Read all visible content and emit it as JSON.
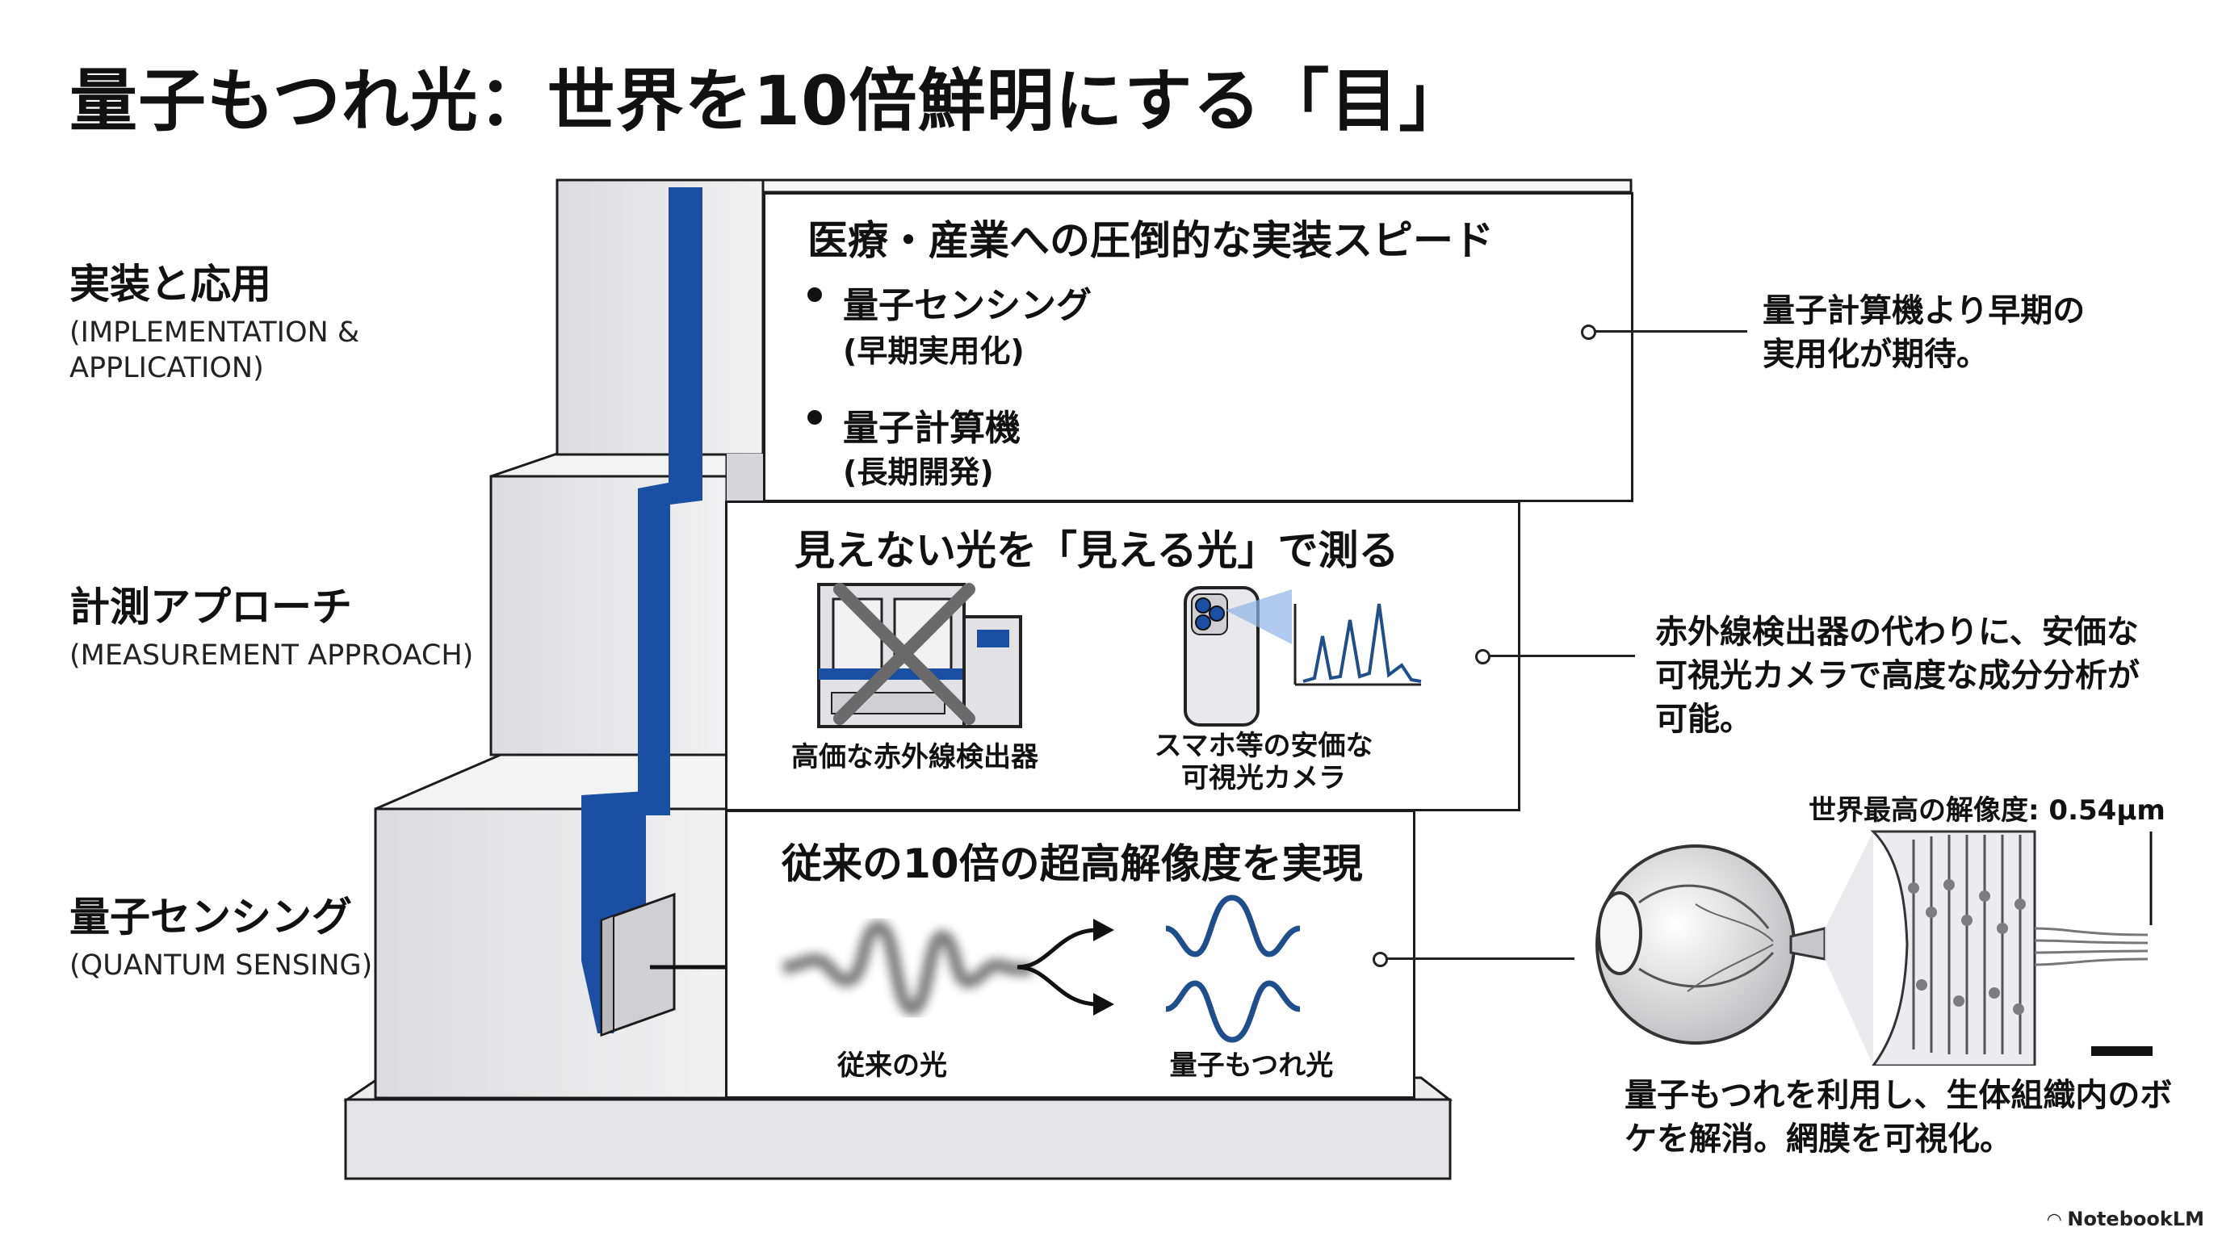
{
  "title": "量子もつれ光：世界を10倍鮮明にする「目」",
  "layers": [
    {
      "jp": "実装と応用",
      "en": "(IMPLEMENTATION & APPLICATION)"
    },
    {
      "jp": "計測アプローチ",
      "en": "(MEASUREMENT APPROACH)"
    },
    {
      "jp": "量子センシング",
      "en": "(QUANTUM SENSING)"
    }
  ],
  "top_card": {
    "heading": "医療・産業への圧倒的な実装スピード",
    "bullets": [
      {
        "label": "量子センシング",
        "sub": "(早期実用化)"
      },
      {
        "label": "量子計算機",
        "sub": "(長期開発)"
      }
    ],
    "note": "量子計算機より早期の実用化が期待。"
  },
  "mid_card": {
    "heading": "見えない光を「見える光」で測る",
    "left_caption": "高価な赤外線検出器",
    "right_caption": "スマホ等の安価な可視光カメラ",
    "note": "赤外線検出器の代わりに、安価な可視光カメラで高度な成分分析が可能。"
  },
  "bottom_card": {
    "heading": "従来の10倍の超高解像度を実現",
    "left_caption": "従来の光",
    "right_caption": "量子もつれ光",
    "resolution_label": "世界最高の解像度: 0.54μm",
    "note": "量子もつれを利用し、生体組織内のボケを解消。網膜を可視化。"
  },
  "colors": {
    "accent_blue": "#1a4fa3",
    "wave_blue": "#1f4e8c",
    "stone": "#e9e9ea",
    "stone_dark": "#d2d2d4"
  },
  "footer": "NotebookLM"
}
